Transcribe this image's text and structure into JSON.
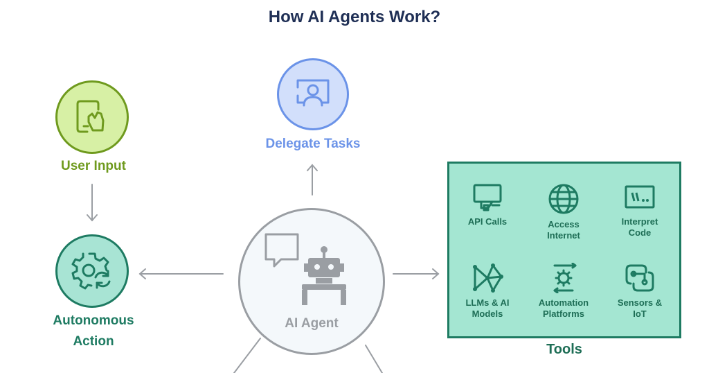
{
  "title": "How AI Agents Work?",
  "nodes": {
    "user_input": "User Input",
    "delegate_tasks": "Delegate Tasks",
    "autonomous_action_line1": "Autonomous",
    "autonomous_action_line2": "Action",
    "ai_agent": "AI Agent"
  },
  "tools": {
    "label": "Tools",
    "items": [
      {
        "line1": "API Calls",
        "line2": "",
        "icon": "monitor-api-icon"
      },
      {
        "line1": "Access",
        "line2": "Internet",
        "icon": "globe-icon"
      },
      {
        "line1": "Interpret",
        "line2": "Code",
        "icon": "terminal-icon"
      },
      {
        "line1": "LLMs & AI",
        "line2": "Models",
        "icon": "network-graph-icon"
      },
      {
        "line1": "Automation",
        "line2": "Platforms",
        "icon": "automation-gear-icon"
      },
      {
        "line1": "Sensors &",
        "line2": "IoT",
        "icon": "sensor-icon"
      }
    ]
  },
  "colors": {
    "title": "#1f2f55",
    "user_input": "#6f9a1e",
    "autonomous_action": "#1e7b62",
    "delegate_tasks": "#6b93e8",
    "ai_agent": "#9a9ea3",
    "tools": "#1e7b62",
    "tools_fill": "#a4e6d2",
    "arrows": "#9a9ea3"
  }
}
